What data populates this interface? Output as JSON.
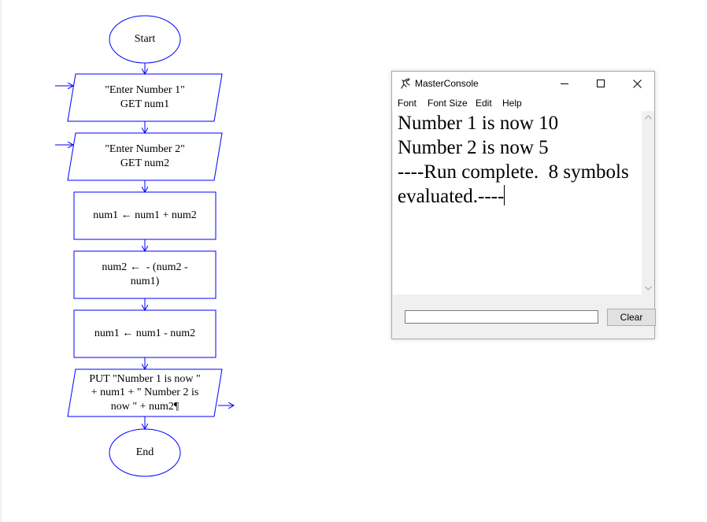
{
  "flowchart": {
    "start_label": "Start",
    "end_label": "End",
    "input1": [
      "\"Enter Number 1\"",
      "GET num1"
    ],
    "input2": [
      "\"Enter Number 2\"",
      "GET num2"
    ],
    "assign1": [
      "num1 ← num1 + num2"
    ],
    "assign2": [
      "num2 ←  - (num2 -",
      "num1)"
    ],
    "assign3": [
      "num1 ← num1 - num2"
    ],
    "output": [
      "PUT \"Number 1 is now \"",
      "+ num1 + \" Number 2 is",
      "now \" + num2¶"
    ],
    "colors": {
      "shape_stroke": "#0000ff",
      "text": "#000000"
    }
  },
  "console": {
    "title": "MasterConsole",
    "app_icon": "dinosaur-icon",
    "menu": [
      "Font",
      "Font Size",
      "Edit",
      "Help"
    ],
    "output_text": "Number 1 is now 10\nNumber 2 is now 5\n----Run complete.  8 symbols evaluated.----",
    "input_value": "",
    "clear_label": "Clear"
  }
}
